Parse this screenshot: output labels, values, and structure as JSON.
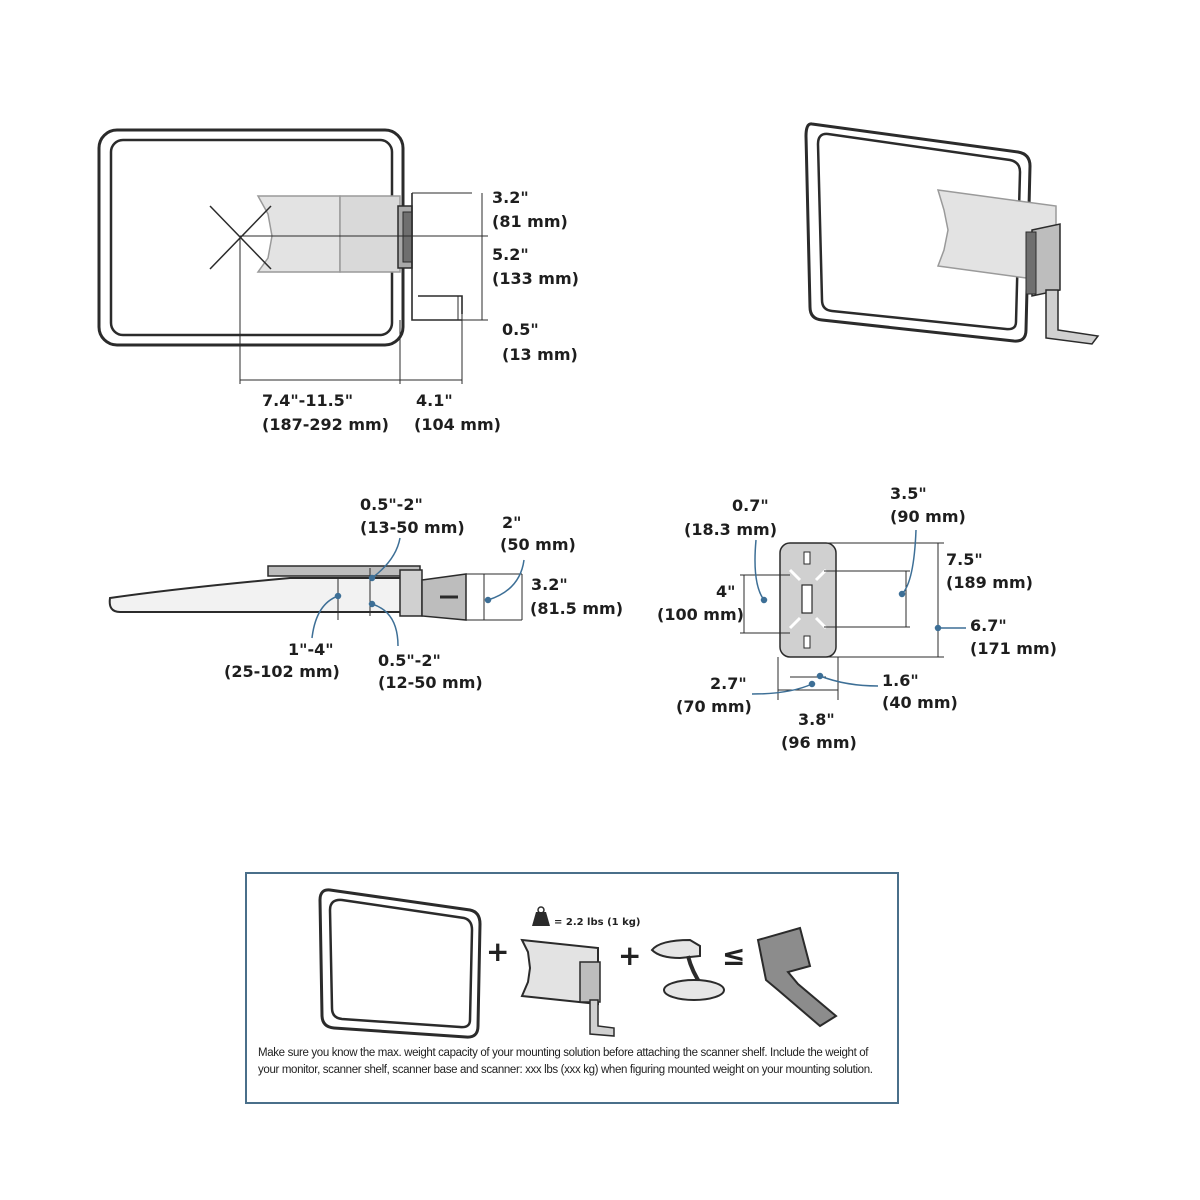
{
  "top_view": {
    "dim_top": "3.2\"",
    "dim_top_mm": "(81 mm)",
    "dim_mid": "5.2\"",
    "dim_mid_mm": "(133 mm)",
    "dim_small": "0.5\"",
    "dim_small_mm": "(13 mm)",
    "dim_reach": "7.4\"-11.5\"",
    "dim_reach_mm": "(187-292 mm)",
    "dim_depth": "4.1\"",
    "dim_depth_mm": "(104 mm)"
  },
  "side_view": {
    "dim_clamp_top": "0.5\"-2\"",
    "dim_clamp_top_mm": "(13-50 mm)",
    "dim_width": "2\"",
    "dim_width_mm": "(50 mm)",
    "dim_height": "3.2\"",
    "dim_height_mm": "(81.5 mm)",
    "dim_shelf": "1\"-4\"",
    "dim_shelf_mm": "(25-102 mm)",
    "dim_clamp_bot": "0.5\"-2\"",
    "dim_clamp_bot_mm": "(12-50 mm)"
  },
  "plate_view": {
    "dim_a": "0.7\"",
    "dim_a_mm": "(18.3 mm)",
    "dim_b": "3.5\"",
    "dim_b_mm": "(90 mm)",
    "dim_c": "7.5\"",
    "dim_c_mm": "(189 mm)",
    "dim_d": "4\"",
    "dim_d_mm": "(100 mm)",
    "dim_e": "6.7\"",
    "dim_e_mm": "(171 mm)",
    "dim_f": "2.7\"",
    "dim_f_mm": "(70 mm)",
    "dim_g": "1.6\"",
    "dim_g_mm": "(40 mm)",
    "dim_h": "3.8\"",
    "dim_h_mm": "(96 mm)"
  },
  "capacity_panel": {
    "weight_label": "= 2.2 lbs (1 kg)",
    "plus_1": "+",
    "plus_2": "+",
    "less_equal": "≤",
    "note": "Make sure you know the max. weight capacity of your mounting solution before attaching the scanner shelf. Include the weight of your monitor, scanner shelf, scanner base and scanner: xxx lbs (xxx kg) when figuring mounted weight on your mounting solution."
  },
  "colors": {
    "line": "#2b2b2b",
    "accent_blue": "#3d6f96",
    "panel_border": "#4a6f8a",
    "fill_gray": "#cfcfcf",
    "arm_gray": "#8c8c8c"
  }
}
